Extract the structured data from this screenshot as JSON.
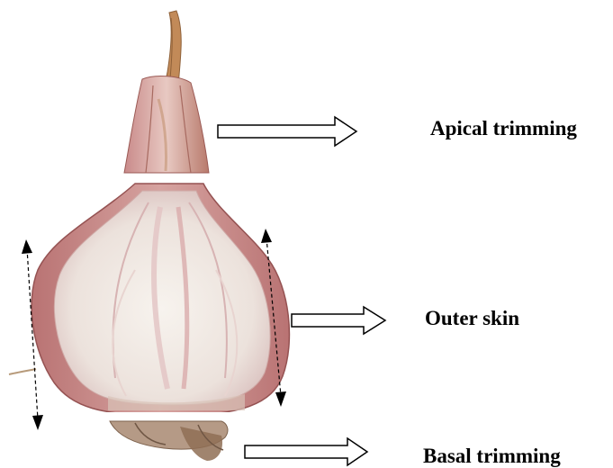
{
  "labels": {
    "apical": "Apical trimming",
    "outer": "Outer skin",
    "basal": "Basal trimming"
  },
  "colors": {
    "skin": "#c98a8a",
    "skin_dark": "#a45a5a",
    "flesh": "#f1ece6",
    "flesh_shadow": "#e3d7d1",
    "stem": "#c08a56",
    "root": "#8a6a52",
    "arrow_stroke": "#000000"
  },
  "icons": {
    "pointer_arrow": "hollow-right-arrow",
    "measure_arrow": "dashed-double-headed-arrow"
  }
}
